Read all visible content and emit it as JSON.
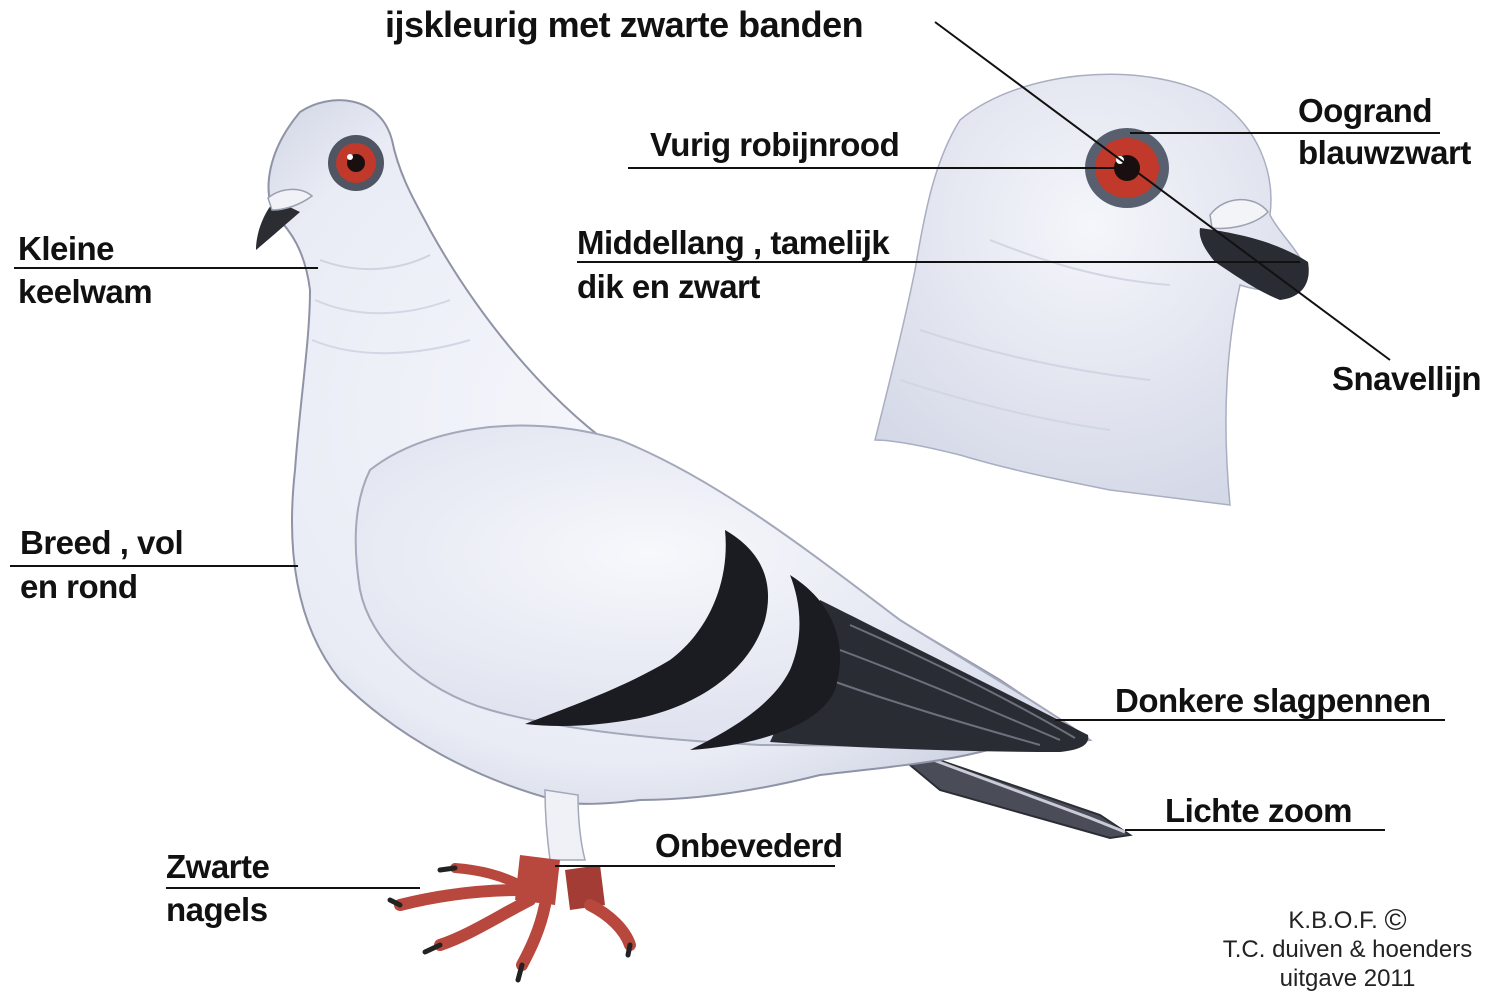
{
  "labels": {
    "title_line": "ijskleurig met zwarte banden",
    "eye_color": "Vurig robijnrood",
    "eye_rim": [
      "Oogrand",
      "blauwzwart"
    ],
    "beak": [
      "Middellang , tamelijk",
      "dik en zwart"
    ],
    "beak_line": "Snavellijn",
    "throat": [
      "Kleine",
      "keelwam"
    ],
    "breast": [
      "Breed , vol",
      "en rond"
    ],
    "flights": "Donkere slagpennen",
    "tail_edge": "Lichte zoom",
    "legs": "Onbevederd",
    "nails": [
      "Zwarte",
      "nagels"
    ]
  },
  "credit": {
    "org": "K.B.O.F.",
    "copyright_symbol": "©",
    "line2": "T.C. duiven & hoenders",
    "line3": "uitgave 2011"
  },
  "colors": {
    "plumage": "#eef0f8",
    "shadow": "#c9cedf",
    "bars": "#1a1c22",
    "eye_iris": "#c0392b",
    "eye_rim": "#5b6270",
    "feet": "#b8473e"
  }
}
